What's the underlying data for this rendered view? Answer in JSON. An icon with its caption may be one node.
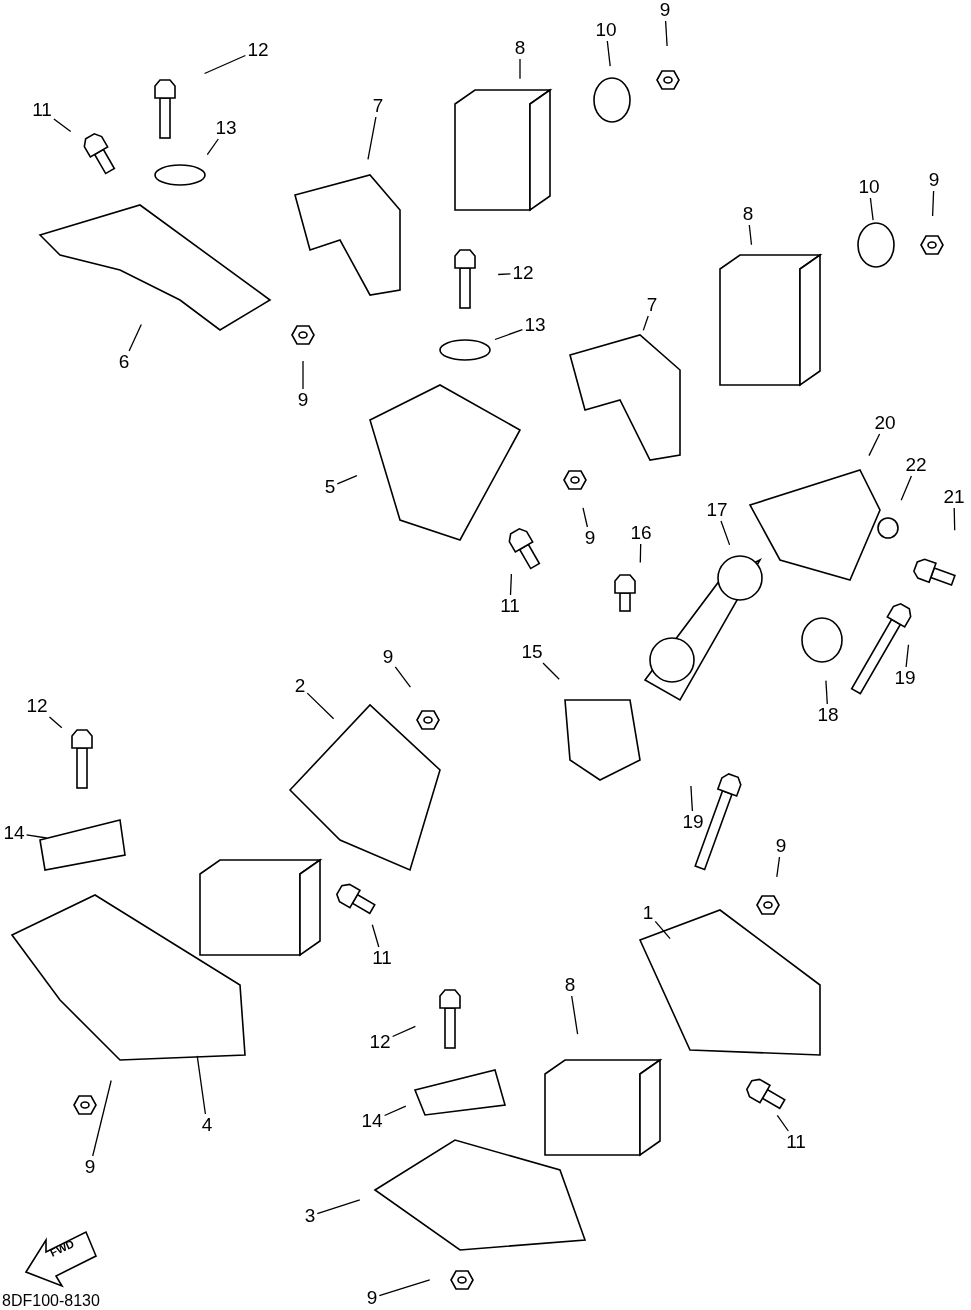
{
  "diagram": {
    "nodes": [
      {
        "text": [
          "12"
        ]
      },
      {
        "text": [
          "9"
        ]
      },
      {
        "text": [
          "10"
        ]
      },
      {
        "text": [
          "8"
        ]
      },
      {
        "text": [
          "7"
        ]
      },
      {
        "text": [
          "11"
        ]
      },
      {
        "text": [
          "13"
        ]
      },
      {
        "text": [
          "10"
        ]
      },
      {
        "text": [
          "9"
        ]
      },
      {
        "text": [
          "8"
        ]
      },
      {
        "text": [
          "12"
        ]
      },
      {
        "text": [
          "7"
        ]
      },
      {
        "text": [
          "13"
        ]
      },
      {
        "text": [
          "6"
        ]
      },
      {
        "text": [
          "9"
        ]
      },
      {
        "text": [
          "20"
        ]
      },
      {
        "text": [
          "22"
        ]
      },
      {
        "text": [
          "5"
        ]
      },
      {
        "text": [
          "21"
        ]
      },
      {
        "text": [
          "17"
        ]
      },
      {
        "text": [
          "16"
        ]
      },
      {
        "text": [
          "9"
        ]
      },
      {
        "text": [
          "11"
        ]
      },
      {
        "text": [
          "15"
        ]
      },
      {
        "text": [
          "9"
        ]
      },
      {
        "text": [
          "19"
        ]
      },
      {
        "text": [
          "2"
        ]
      },
      {
        "text": [
          "12"
        ]
      },
      {
        "text": [
          "18"
        ]
      },
      {
        "text": [
          "14"
        ]
      },
      {
        "text": [
          "19"
        ]
      },
      {
        "text": [
          "9"
        ]
      },
      {
        "text": [
          "1"
        ]
      },
      {
        "text": [
          "11"
        ]
      },
      {
        "text": [
          "8"
        ]
      },
      {
        "text": [
          "12"
        ]
      },
      {
        "text": [
          "11"
        ]
      },
      {
        "text": [
          "14"
        ]
      },
      {
        "text": [
          "4"
        ]
      },
      {
        "text": [
          "9"
        ]
      },
      {
        "text": [
          "3"
        ]
      },
      {
        "text": [
          "9"
        ]
      }
    ],
    "edges": [
      {
        "from": 0,
        "to": null,
        "arrow": "none"
      },
      {
        "from": 1,
        "to": null,
        "arrow": "none"
      },
      {
        "from": 2,
        "to": null,
        "arrow": "none"
      },
      {
        "from": 3,
        "to": null,
        "arrow": "none"
      },
      {
        "from": 4,
        "to": null,
        "arrow": "none"
      },
      {
        "from": 5,
        "to": null,
        "arrow": "none"
      },
      {
        "from": 6,
        "to": null,
        "arrow": "none"
      },
      {
        "from": 7,
        "to": null,
        "arrow": "none"
      },
      {
        "from": 8,
        "to": null,
        "arrow": "none"
      },
      {
        "from": 9,
        "to": null,
        "arrow": "none"
      },
      {
        "from": 10,
        "to": null,
        "arrow": "none"
      },
      {
        "from": 11,
        "to": null,
        "arrow": "none"
      },
      {
        "from": 12,
        "to": null,
        "arrow": "none"
      },
      {
        "from": 13,
        "to": null,
        "arrow": "none"
      },
      {
        "from": 14,
        "to": null,
        "arrow": "none"
      },
      {
        "from": 15,
        "to": null,
        "arrow": "none"
      },
      {
        "from": 16,
        "to": null,
        "arrow": "none"
      },
      {
        "from": 17,
        "to": null,
        "arrow": "none"
      },
      {
        "from": 18,
        "to": null,
        "arrow": "none"
      },
      {
        "from": 19,
        "to": null,
        "arrow": "none"
      },
      {
        "from": 20,
        "to": null,
        "arrow": "none"
      },
      {
        "from": 21,
        "to": null,
        "arrow": "none"
      },
      {
        "from": 22,
        "to": null,
        "arrow": "none"
      },
      {
        "from": 23,
        "to": null,
        "arrow": "none"
      },
      {
        "from": 24,
        "to": null,
        "arrow": "none"
      },
      {
        "from": 25,
        "to": null,
        "arrow": "none"
      },
      {
        "from": 26,
        "to": null,
        "arrow": "none"
      },
      {
        "from": 27,
        "to": null,
        "arrow": "none"
      },
      {
        "from": 28,
        "to": null,
        "arrow": "none"
      },
      {
        "from": 29,
        "to": null,
        "arrow": "none"
      },
      {
        "from": 30,
        "to": null,
        "arrow": "none"
      },
      {
        "from": 31,
        "to": null,
        "arrow": "none"
      },
      {
        "from": 32,
        "to": null,
        "arrow": "none"
      },
      {
        "from": 33,
        "to": null,
        "arrow": "none"
      },
      {
        "from": 34,
        "to": null,
        "arrow": "none"
      },
      {
        "from": 35,
        "to": null,
        "arrow": "none"
      },
      {
        "from": 36,
        "to": null,
        "arrow": "none"
      },
      {
        "from": 37,
        "to": null,
        "arrow": "none"
      },
      {
        "from": 38,
        "to": null,
        "arrow": "none"
      },
      {
        "from": 39,
        "to": null,
        "arrow": "none"
      },
      {
        "from": 40,
        "to": null,
        "arrow": "none"
      },
      {
        "from": 41,
        "to": null,
        "arrow": "none"
      }
    ],
    "labels": [
      "FWD",
      "8DF100-8130"
    ]
  }
}
